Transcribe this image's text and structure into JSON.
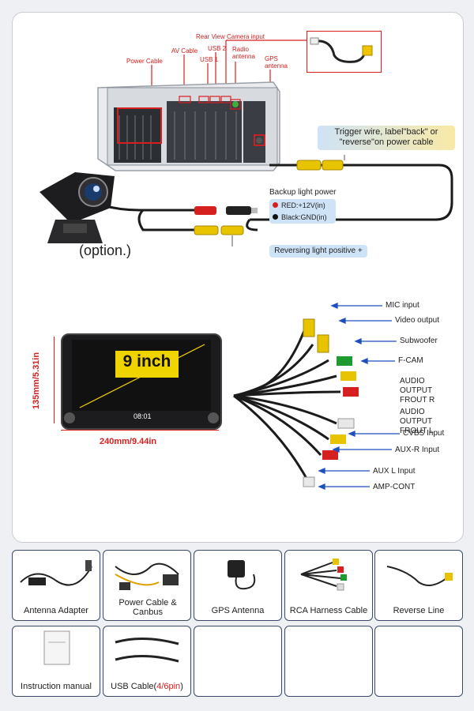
{
  "top": {
    "connector_labels": {
      "rear_view_camera_input": "Rear View Camera input",
      "power_cable": "Power Cable",
      "av_cable": "AV Cable",
      "usb1": "USB 1",
      "usb2": "USB 2",
      "radio_antenna": "Radio antenna",
      "gps_antenna": "GPS antenna"
    },
    "trigger_note": "Trigger wire, label\"back\" or \"reverse\"on power cable",
    "backup_title": "Backup light power",
    "backup_red": "RED:+12V(in)",
    "backup_black": "Black:GND(in)",
    "reversing_note": "Reversing light positive +",
    "camera_option": "(option.)"
  },
  "screen": {
    "size_text": "9 inch",
    "height_dim": "135mm/5.31in",
    "width_dim": "240mm/9.44in",
    "clock": "08:01"
  },
  "harness": {
    "labels": [
      "MIC input",
      "Video output",
      "Subwoofer",
      "F-CAM",
      "AUDIO OUTPUT FROUT R",
      "AUDIO OUTPUT FROUT L",
      "CVBS Input",
      "AUX-R Input",
      "AUX L Input",
      "AMP-CONT"
    ]
  },
  "accessories": {
    "row1": [
      "Antenna Adapter",
      "Power Cable & Canbus",
      "GPS Antenna",
      "RCA Harness Cable",
      "Reverse Line"
    ],
    "row2_manual": "Instruction manual",
    "row2_usb_main": "USB Cable(",
    "row2_usb_red": "4/6pin",
    "row2_usb_close": ")"
  },
  "colors": {
    "accent_red": "#d62020",
    "arrow_blue": "#1f4fbf",
    "callout_blue": "#cfe3f6",
    "callout_yellow": "#f8e9a6",
    "frame": "#3b4a6b"
  }
}
